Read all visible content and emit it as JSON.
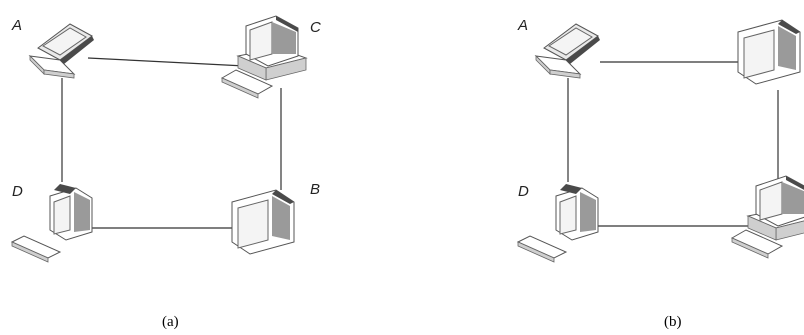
{
  "diagrams": [
    {
      "caption": "(a)",
      "labels": {
        "A": "A",
        "B": "B",
        "C": "C",
        "D": "D"
      }
    },
    {
      "caption": "(b)",
      "labels": {
        "A": "A",
        "D": "D"
      }
    }
  ]
}
